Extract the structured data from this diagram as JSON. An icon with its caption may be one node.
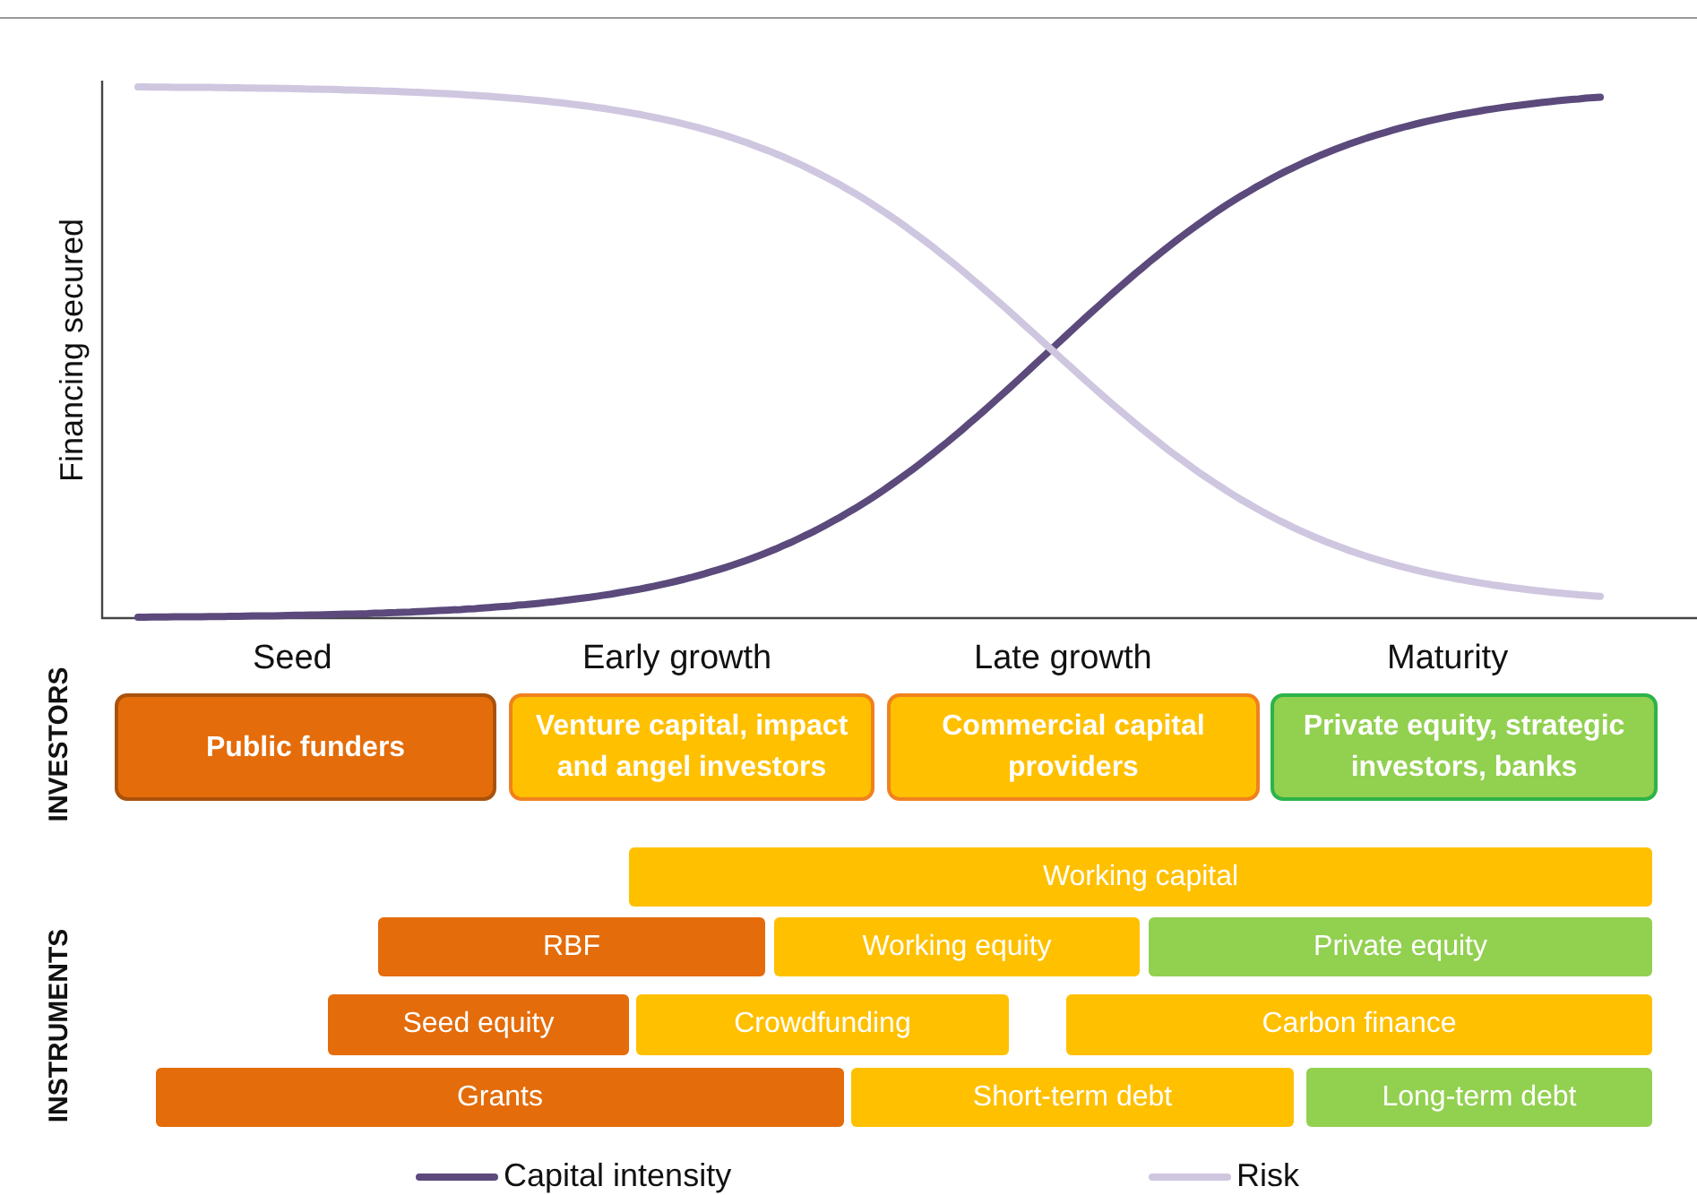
{
  "diagram": {
    "nodes": [
      {
        "text": [
          "Public funders"
        ]
      },
      {
        "text": [
          "Venture capital, impact and angel investors"
        ]
      },
      {
        "text": [
          "Commercial capital providers"
        ]
      },
      {
        "text": [
          "Private equity, strategic investors,  banks"
        ]
      },
      {
        "text": [
          "Working capital"
        ]
      },
      {
        "text": [
          "RBF"
        ]
      },
      {
        "text": [
          "Working equity"
        ]
      },
      {
        "text": [
          "Private equity"
        ]
      },
      {
        "text": [
          "Seed equity"
        ]
      },
      {
        "text": [
          "Crowdfunding"
        ]
      },
      {
        "text": [
          "Carbon finance"
        ]
      },
      {
        "text": [
          "Grants"
        ]
      },
      {
        "text": [
          "Short-term debt"
        ]
      },
      {
        "text": [
          "Long-term debt"
        ]
      }
    ],
    "labels": [
      "Financing secured",
      "Seed",
      "Early growth",
      "Late growth",
      "Maturity",
      "INVESTORS",
      "INSTRUMENTS"
    ],
    "legend": [
      {
        "text": "Capital intensity"
      },
      {
        "text": "Risk"
      }
    ]
  }
}
